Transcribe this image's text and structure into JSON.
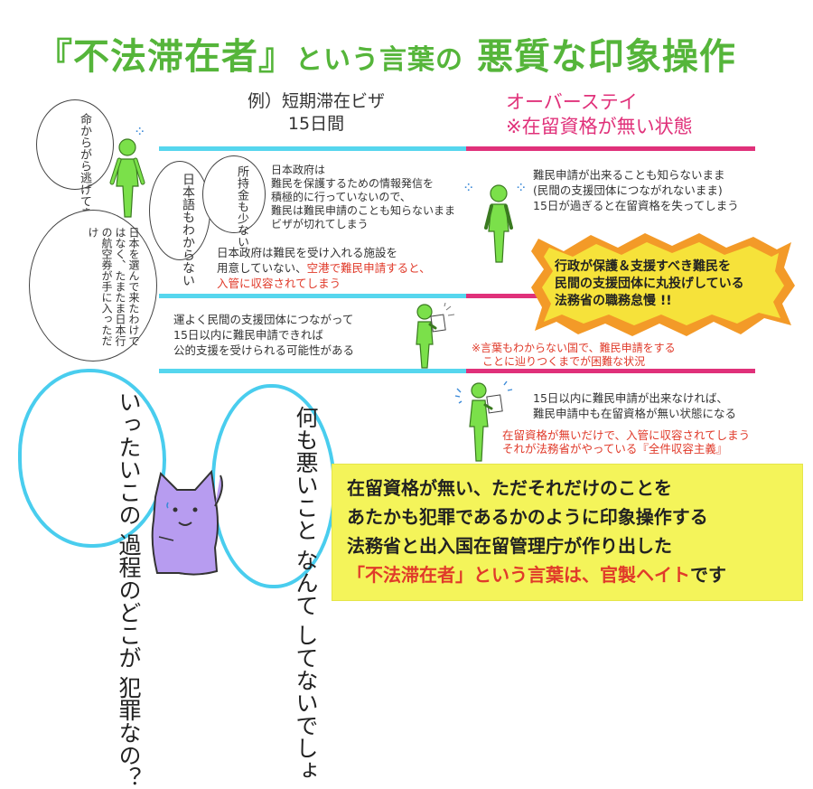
{
  "title": {
    "part1": "『不法滞在者』",
    "part2": "という言葉の",
    "part3": "悪質な印象操作"
  },
  "header_left": {
    "line1": "例）短期滞在ビザ",
    "line2": "15日間"
  },
  "header_right": {
    "line1": "オーバーステイ",
    "line2": "※在留資格が無い状態"
  },
  "bubbles": {
    "escape": "命からがら逃げてきた",
    "no_japanese": "日本語もわからない",
    "no_money": "所持金も少ない",
    "not_chose": "日本を選んで来たわけではなく、たまたま日本行の航空券が手に入っただけ"
  },
  "left_notes": {
    "gov_info": [
      "日本政府は",
      "難民を保護するための情報発信を",
      "積極的に行っていないので、",
      "難民は難民申請のことも知らないまま",
      "ビザが切れてしまう"
    ],
    "facility_1": "日本政府は難民を受け入れる施設を",
    "facility_2a": "用意していない、",
    "facility_2b": "空港で難民申請すると、",
    "facility_3": "入管に収容されてしまう",
    "support": [
      "運よく民間の支援団体につながって",
      "15日以内に難民申請できれば",
      "公的支援を受けられる可能性がある"
    ]
  },
  "right_notes": {
    "unaware": [
      "難民申請が出来ることも知らないまま",
      "(民間の支援団体につながれないまま)",
      "15日が過ぎると在留資格を失ってしまう"
    ],
    "alert": [
      "行政が保護＆支援すべき難民を",
      "民間の支援団体に丸投げしている",
      "法務省の職務怠慢 !!"
    ],
    "difficulty": [
      "※言葉もわからない国で、難民申請をする",
      "ことに辿りつくまでが困難な状況"
    ],
    "no_apply": [
      "15日以内に難民申請が出来なければ、",
      "難民申請中も在留資格が無い状態になる"
    ],
    "detention": [
      "在留資格が無いだけで、入管に収容されてしまう",
      "それが法務省がやっている『全件収容主義』"
    ]
  },
  "cat_speech": {
    "left": [
      "いったいこの",
      "過程のどこが",
      "犯罪なの？"
    ],
    "right": [
      "何も悪いこと",
      "なんて",
      "してないでしょ"
    ]
  },
  "conclusion": {
    "line1": "在留資格が無い、ただそれだけのことを",
    "line2": "あたかも犯罪であるかのように印象操作する",
    "line3": "法務省と出入国在留管理庁が作り出した",
    "line4_red": "「不法滞在者」という言葉は、官製ヘイト",
    "line4_black": "です"
  },
  "colors": {
    "title_green": "#55b53a",
    "pink": "#e0317a",
    "cyan": "#56d6ee",
    "alert_yellow": "#f6e23a",
    "alert_orange": "#f39a28",
    "cat_purple": "#b79cf0",
    "note_yellow": "#f4f45a"
  }
}
